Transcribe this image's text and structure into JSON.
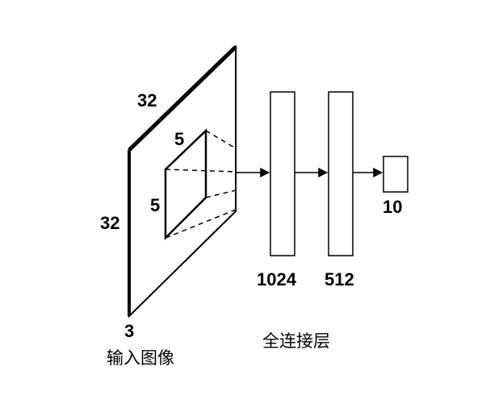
{
  "input": {
    "width_label": "32",
    "height_label": "32",
    "depth_label": "3",
    "caption": "输入图像"
  },
  "kernel": {
    "width_label": "5",
    "height_label": "5"
  },
  "fc_layers": [
    {
      "units_label": "1024"
    },
    {
      "units_label": "512"
    }
  ],
  "output": {
    "units_label": "10"
  },
  "fc_caption": "全连接层"
}
